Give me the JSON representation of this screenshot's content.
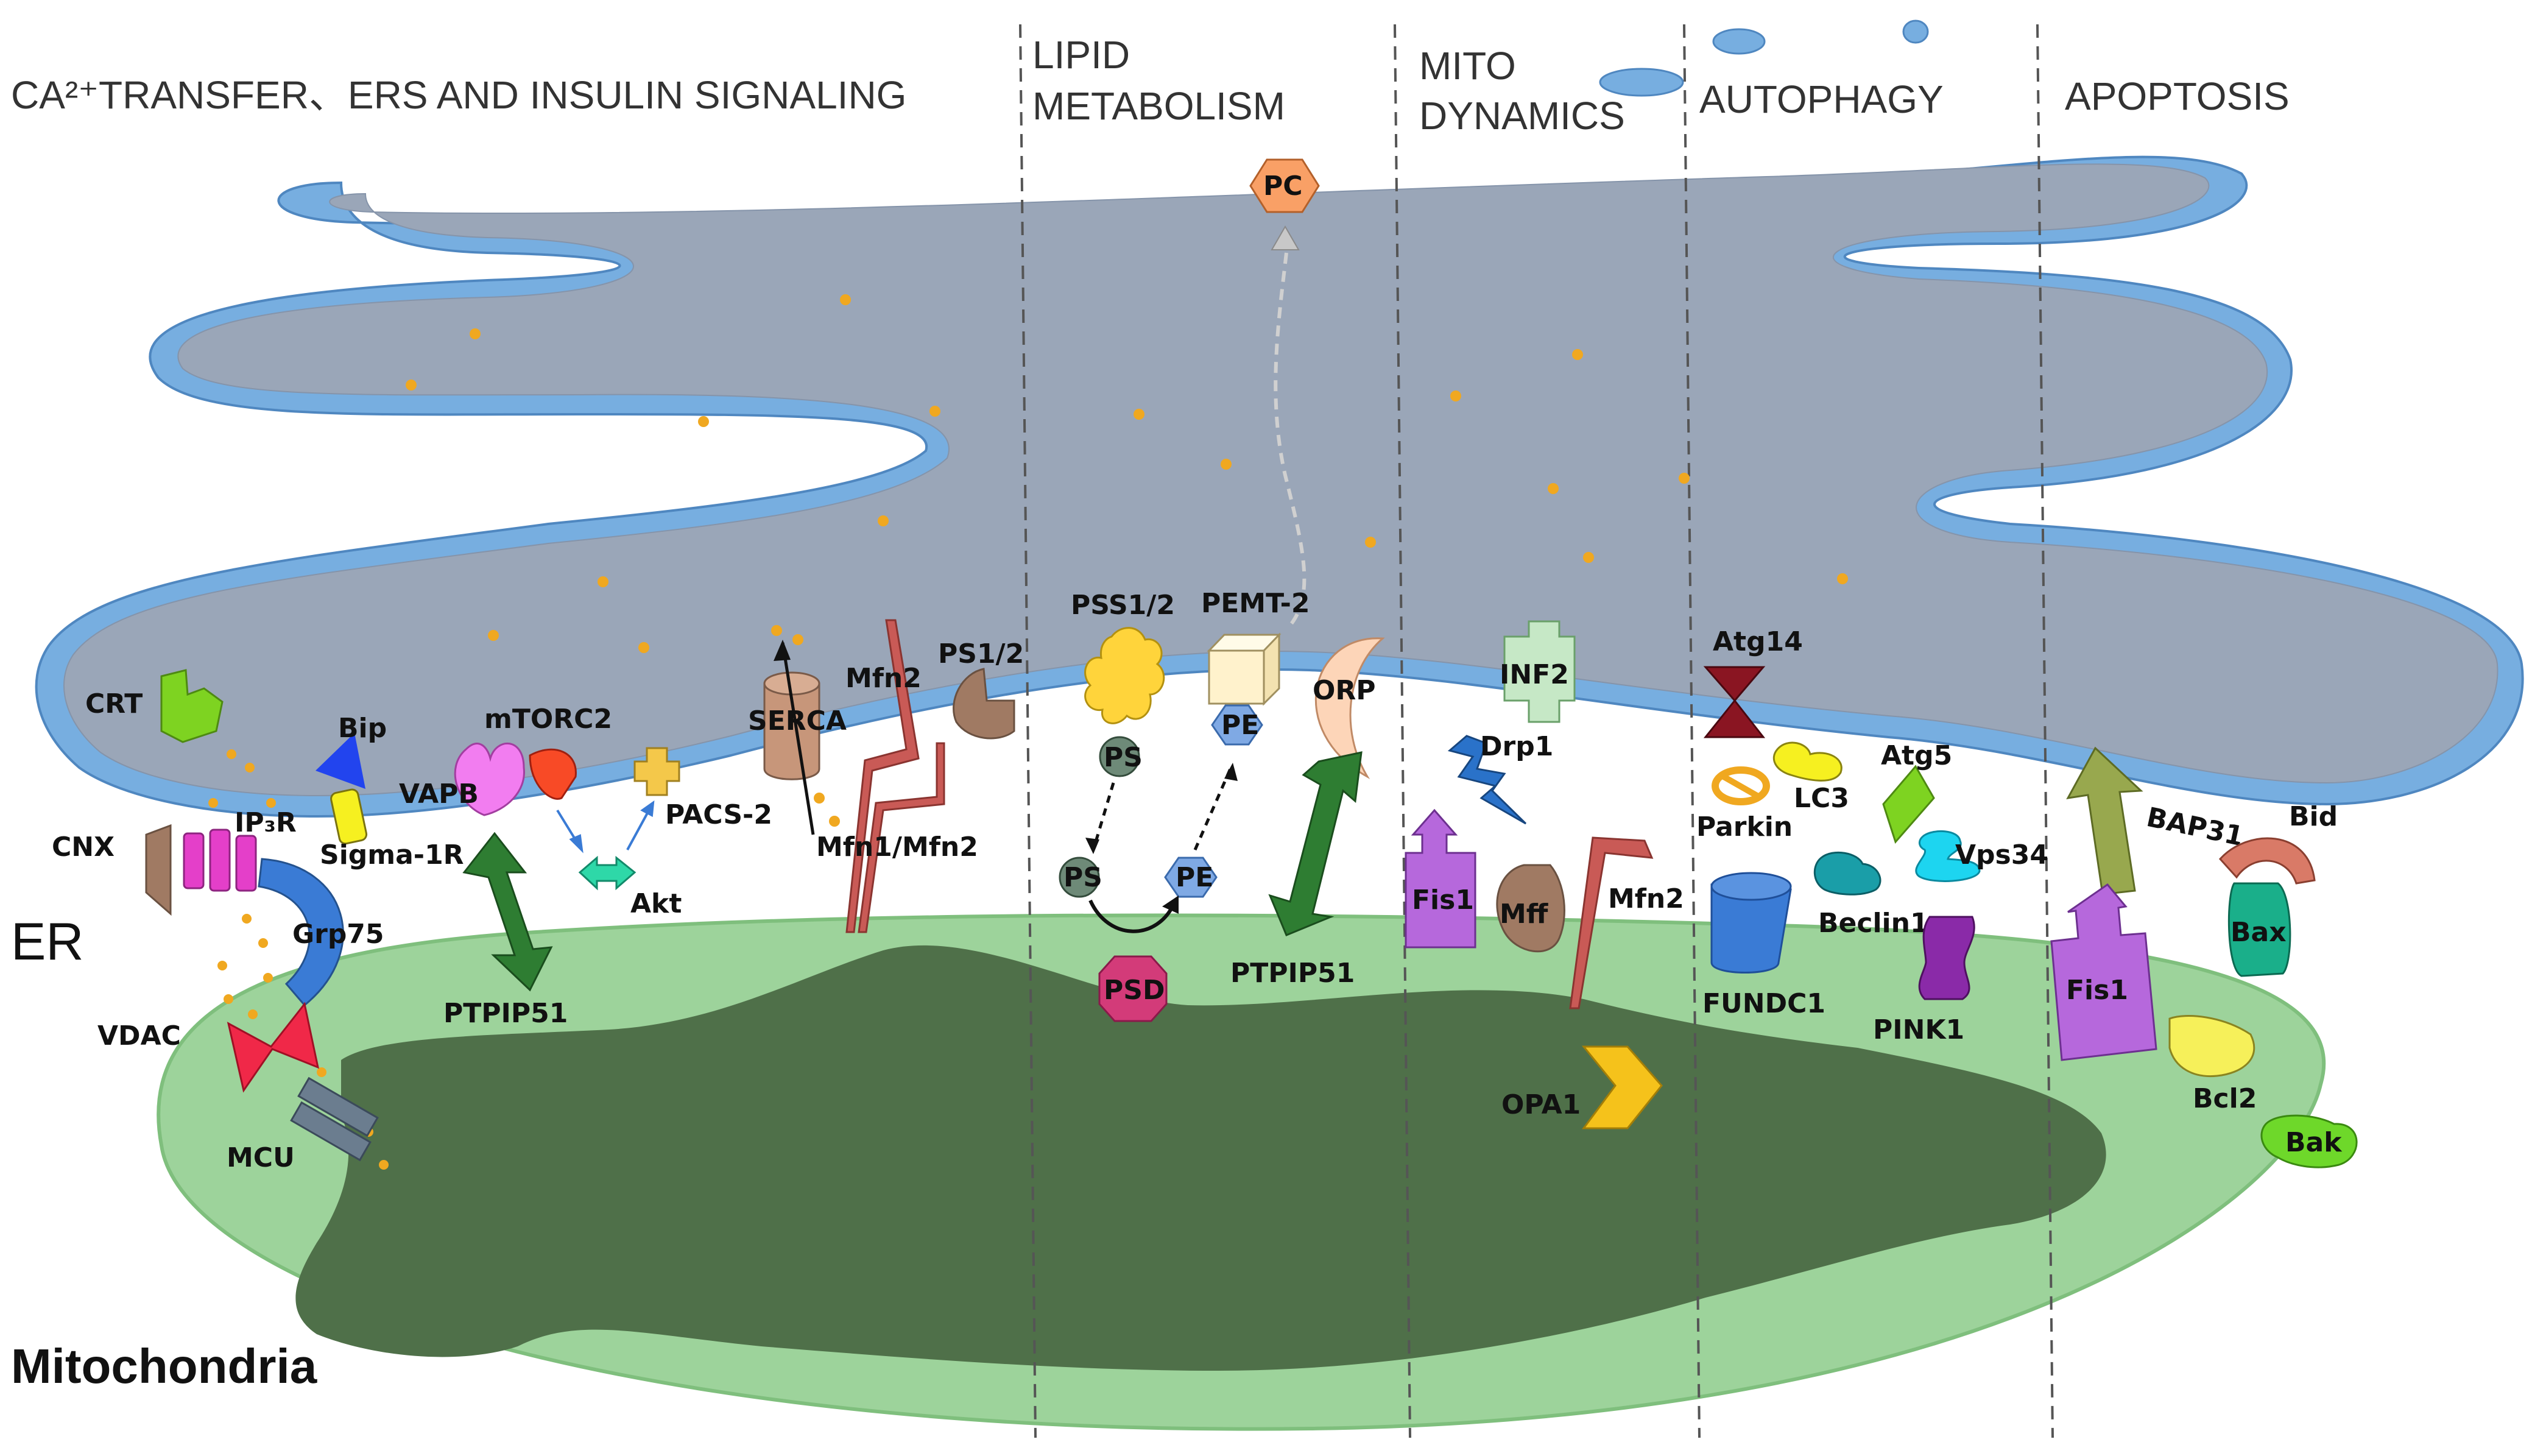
{
  "sections": [
    {
      "id": "ca",
      "line1": "CA²⁺TRANSFER、ERS AND INSULIN SIGNALING",
      "line2": ""
    },
    {
      "id": "lipid",
      "line1": "LIPID",
      "line2": "METABOLISM"
    },
    {
      "id": "mito",
      "line1": "MITO",
      "line2": "DYNAMICS"
    },
    {
      "id": "autophagy",
      "line1": "AUTOPHAGY",
      "line2": ""
    },
    {
      "id": "apoptosis",
      "line1": "APOPTOSIS",
      "line2": ""
    }
  ],
  "compartments": {
    "er": "ER",
    "mitochondria": "Mitochondria"
  },
  "labels": {
    "crt": "CRT",
    "bip": "Bip",
    "cnx": "CNX",
    "ip3r": "IP₃R",
    "sigma1r": "Sigma-1R",
    "grp75": "Grp75",
    "vdac": "VDAC",
    "mcu": "MCU",
    "vapb": "VAPB",
    "mtorc2": "mTORC2",
    "pacs2": "PACS-2",
    "akt": "Akt",
    "ptpip51_a": "PTPIP51",
    "serca": "SERCA",
    "mfn2_a": "Mfn2",
    "mfn1mfn2": "Mfn1/Mfn2",
    "ps12": "PS1/2",
    "pss12": "PSS1/2",
    "pemt2": "PEMT-2",
    "pc": "PC",
    "ps_er": "PS",
    "pe_er": "PE",
    "ps_mito": "PS",
    "pe_mito": "PE",
    "psd": "PSD",
    "orp": "ORP",
    "ptpip51_b": "PTPIP51",
    "inf2": "INF2",
    "drp1": "Drp1",
    "fis1_a": "Fis1",
    "mff": "Mff",
    "mfn2_b": "Mfn2",
    "opa1": "OPA1",
    "atg14": "Atg14",
    "lc3": "LC3",
    "parkin": "Parkin",
    "atg5": "Atg5",
    "vps34": "Vps34",
    "beclin1": "Beclin1",
    "fundc1": "FUNDC1",
    "pink1": "PINK1",
    "bap31": "BAP31",
    "bid": "Bid",
    "bax": "Bax",
    "fis1_b": "Fis1",
    "bcl2": "Bcl2",
    "bak": "Bak"
  },
  "colors": {
    "er_lumen": "#9aa6b8",
    "er_membrane": "#77aee0",
    "mito_outer": "#9dd39b",
    "mito_inner": "#4f7049",
    "calcium": "#f0a820",
    "separator": "#555555"
  }
}
